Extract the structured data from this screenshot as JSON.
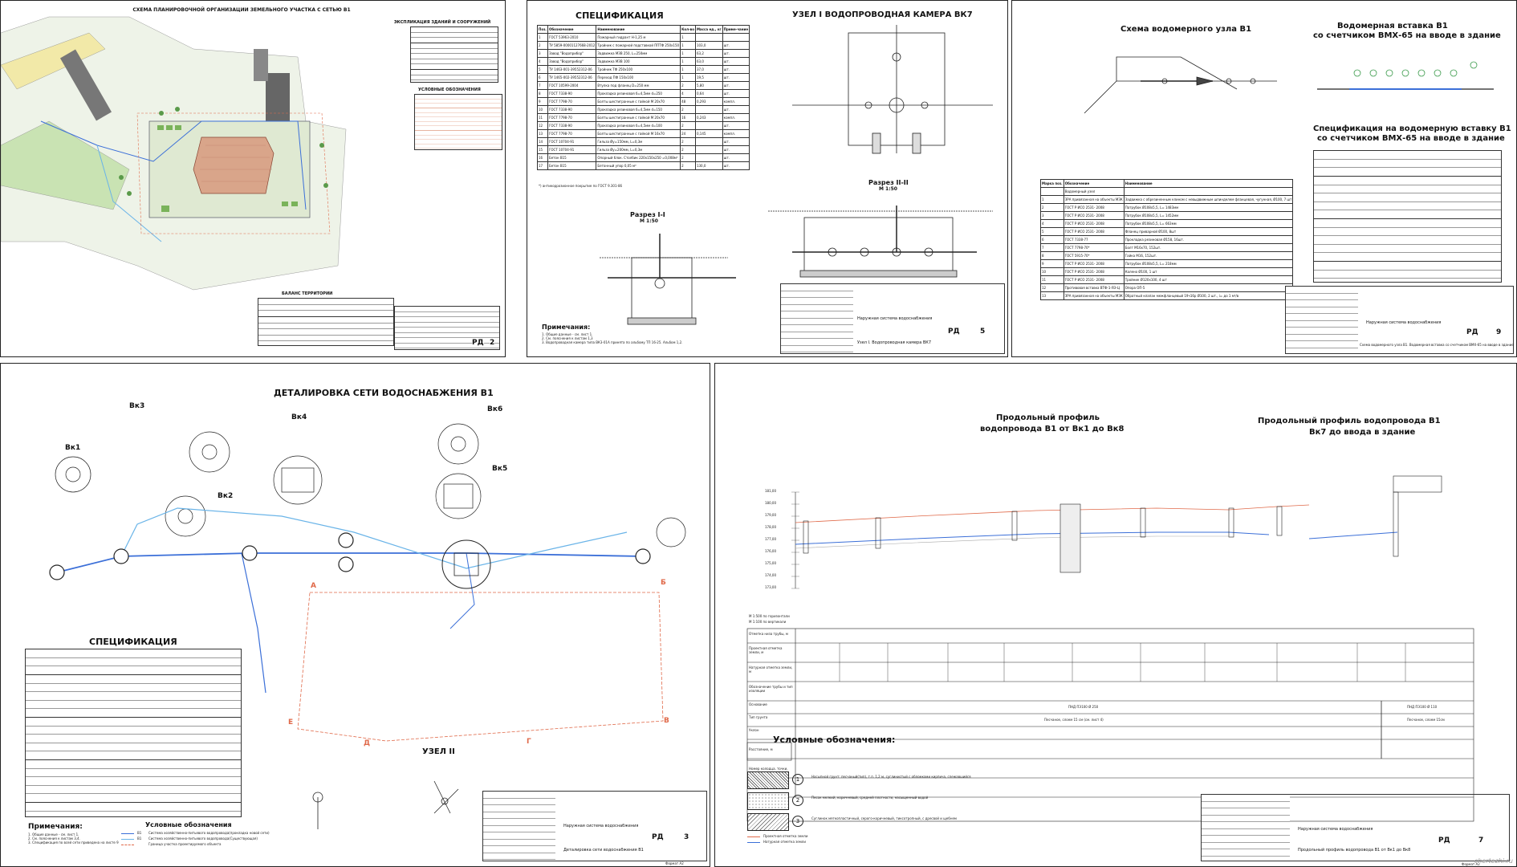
{
  "sheets": {
    "s2": {
      "title": "СХЕМА ПЛАНИРОВОЧНОЙ ОРГАНИЗАЦИИ ЗЕМЕЛЬНОГО УЧАСТКА С СЕТЬЮ В1",
      "explication_title": "ЭКСПЛИКАЦИЯ ЗДАНИЙ И СООРУЖЕНИЙ",
      "legend_title": "УСЛОВНЫЕ ОБОЗНАЧЕНИЯ",
      "balance_title": "БАЛАНС ТЕРРИТОРИИ",
      "stamp_code": "РД",
      "stamp_sheet": "2"
    },
    "s5": {
      "spec_title": "СПЕЦИФИКАЦИЯ",
      "node_title": "УЗЕЛ I ВОДОПРОВОДНАЯ КАМЕРА ВК7",
      "section1": "Разрез I-I",
      "section1_scale": "М 1:50",
      "section2": "Разрез II-II",
      "section2_scale": "М 1:50",
      "notes_title": "Примечания:",
      "notes": [
        "1. Общие данные - см. лист 1.",
        "2. См. пояснения к листам 1,3",
        "3. Водопроводная камера типа ВК3-01А принята по альбому ТП 16-25. Альбом 1,2."
      ],
      "spec_headers": [
        "Поз.",
        "Обозначение",
        "Наименование",
        "Кол-во",
        "Масса ед., кг",
        "Приме-чание"
      ],
      "spec_rows": [
        [
          "1",
          "ГОСТ 53963-2010",
          "Пожарный гидрант Н-1,25 м",
          "1",
          "",
          ""
        ],
        [
          "2",
          "ТУ 5859-00001127668-2012",
          "Тройник с пожарной подставкой ППТФ 250х150",
          "1",
          "103,0",
          "шт."
        ],
        [
          "3",
          "Завод \"Водоприбор\"",
          "Задвижка МЗВ 250, L=250мм",
          "1",
          "63,2",
          "шт."
        ],
        [
          "4",
          "Завод \"Водоприбор\"",
          "Задвижка МЗВ 100",
          "1",
          "63,0",
          "шт."
        ],
        [
          "5",
          "ТУ 1463-001-39552312-06",
          "Тройник ТФ 250х100",
          "1",
          "37,0",
          "шт."
        ],
        [
          "6",
          "ТУ 1465-002-39552312-06",
          "Переход ПФ 150х100",
          "1",
          "19,5",
          "шт."
        ],
        [
          "7",
          "ГОСТ 10599-2004",
          "Втулка под фланец D=250 мм",
          "2",
          "5,80",
          "шт."
        ],
        [
          "8",
          "ГОСТ 7338-90",
          "Прокладка резиновая б=4,5мм d=250",
          "4",
          "0,64",
          "шт."
        ],
        [
          "9",
          "ГОСТ 7798-70",
          "Болты шестигранные с гайкой М 20х70",
          "48",
          "0,293",
          "компл."
        ],
        [
          "10",
          "ГОСТ 7338-90",
          "Прокладка резиновая б=4,5мм d=150",
          "2",
          "",
          "шт."
        ],
        [
          "11",
          "ГОСТ 7798-70",
          "Болты шестигранные с гайкой М 20х70",
          "16",
          "0,243",
          "компл."
        ],
        [
          "12",
          "ГОСТ 7338-90",
          "Прокладка резиновая б=4,5мм d=100",
          "2",
          "",
          "шт."
        ],
        [
          "13",
          "ГОСТ 7798-70",
          "Болты шестигранные с гайкой М 16х70",
          "24",
          "0,145",
          "компл."
        ],
        [
          "14",
          "ГОСТ 10704-91",
          "Гильза Øу=150мм, L=0,3м",
          "2",
          "",
          "шт."
        ],
        [
          "15",
          "ГОСТ 10704-91",
          "Гильза Øу=200мм, L=0,3м",
          "2",
          "",
          "шт."
        ],
        [
          "16",
          "Бетон В15",
          "Опорный блок. Столбик 220х150х250 =0,008м³",
          "2",
          "",
          "шт."
        ],
        [
          "17",
          "Бетон В15",
          "Бетонный упор 0,05 м³",
          "2",
          "130,0",
          "шт."
        ]
      ],
      "stamp_title": "Наружная система водоснабжения",
      "stamp_sheet_title": "Узел I. Водопроводная камера ВК7",
      "stamp_code": "РД",
      "stamp_sheet": "5"
    },
    "s9": {
      "scheme_title": "Схема водомерного узла В1",
      "insert_title_1": "Водомерная вставка В1",
      "insert_title_2": "со счетчиком ВМХ-65 на вводе в здание",
      "spec_title_1": "Спецификация на водомерную вставку В1",
      "spec_title_2": "со счетчиком ВМХ-65 на вводе в здание",
      "left_spec_headers": [
        "Марка поз.",
        "Обозначение",
        "Наименование"
      ],
      "left_spec_rows": [
        [
          "",
          "Водомерный узел",
          ""
        ],
        [
          "1",
          "ЗРА привязанная на объекты МЗК",
          "Задвижка с обрезиненным клином с невыдвижным шпинделем фланцевая, чугунная, Ø100, 7 шт"
        ],
        [
          "2",
          "ГОСТ Р ИСО 2531- 2008",
          "Патрубок Ø108х5,5, L= 1483мм"
        ],
        [
          "3",
          "ГОСТ Р ИСО 2531- 2008",
          "Патрубок Ø108х5,5, L= 1452мм"
        ],
        [
          "4",
          "ГОСТ Р ИСО 2531- 2008",
          "Патрубок Ø108х5,5, L= 663мм"
        ],
        [
          "5",
          "ГОСТ Р ИСО 2531- 2008",
          "Фланец приварной Ø100, 8шт"
        ],
        [
          "6",
          "ГОСТ 7338-77",
          "Прокладка резиновая Ø158, 16шт."
        ],
        [
          "7",
          "ГОСТ 7798-70*",
          "Болт М16х70, 152шт."
        ],
        [
          "8",
          "ГОСТ 5915-70*",
          "Гайка М16, 152шт."
        ],
        [
          "9",
          "ГОСТ Р ИСО 2531- 2008",
          "Патрубок Ø108х5,5, L= 218мм"
        ],
        [
          "10",
          "ГОСТ Р ИСО 2531- 2008",
          "Колено Ø100, 1 шт"
        ],
        [
          "11",
          "ГОСТ Р ИСО 2531- 2008",
          "Тройник Ø120х100, 4 шт"
        ],
        [
          "12",
          "Противовая вставка ВТФ-1-ЯЭ-Ц",
          "Опора ОП-5"
        ],
        [
          "13",
          "ЗРА привязанная на объекты МЗК",
          "Обратный клапан межфланцевый 19ч16р Ø100, 2 шт., i= до 1 м³/в"
        ]
      ],
      "stamp_title": "Наружная система водоснабжения",
      "stamp_sheet_title": "Схема водомерного узла В1. Водомерная вставка со счетчиком ВМХ-65 на вводе в здание",
      "stamp_code": "РД",
      "stamp_sheet": "9"
    },
    "s3": {
      "title": "ДЕТАЛИРОВКА СЕТИ ВОДОСНАБЖЕНИЯ В1",
      "wells": [
        "Вк1",
        "Вк2",
        "Вк3",
        "Вк4",
        "Вк5",
        "Вк6"
      ],
      "spec_title": "СПЕЦИФИКАЦИЯ",
      "legend_title": "Условные обозначения",
      "legend_items": [
        {
          "code": "В1",
          "text": "Система хозяйственно-питьевого водопровода(прокладка новой сети)"
        },
        {
          "code": "В1",
          "text": "Система хозяйственно-питьевого водопровода(Существующая)"
        },
        {
          "code": "",
          "text": "Граница участка проектируемого объекта"
        }
      ],
      "node2": "УЗЕЛ II",
      "notes_title": "Примечания:",
      "notes": [
        "1. Общие данные - см. лист 1.",
        "2. См. пояснения к листам 3,4.",
        "3. Спецификация по всей сети приведена на листе 9"
      ],
      "points": [
        "А",
        "Б",
        "В",
        "Г",
        "Д",
        "Е"
      ],
      "stamp_title": "Наружная система водоснабжения",
      "stamp_sheet_title": "Деталировка сети водоснабжения В1",
      "stamp_code": "РД",
      "stamp_sheet": "3",
      "format": "Формат А2"
    },
    "s7": {
      "profile1_title_1": "Продольный профиль",
      "profile1_title_2": "водопровода В1 от Вк1 до Вк8",
      "profile2_title_1": "Продольный профиль водопровода В1",
      "profile2_title_2": "Вк7 до ввода в здание",
      "y_ticks": [
        "181,00",
        "180,00",
        "179,00",
        "178,00",
        "177,00",
        "176,00",
        "175,00",
        "174,00",
        "173,00"
      ],
      "scale_note_1": "М 1:500 по горизонтали",
      "scale_note_2": "М 1:100 по вертикали",
      "rows": [
        "Отметка низа трубы, м",
        "Проектная отметка земли, м",
        "Натурная отметка земли, м",
        "Обозначение трубы и тип изоляции",
        "Основание",
        "Тип грунта",
        "Уклон",
        "Расстояние, м",
        "Номер колодца, точки, угла поворота"
      ],
      "pipe_label": "ПНД ПЭ100 Ø 250",
      "pipe_label_2": "ПНД ПЭ100 Ø 110",
      "base_label": "Песчаное, слоем 15 см (см. лист 4)",
      "base_label_2": "Песчаное, слоем 15см",
      "legend_title": "Условные обозначения:",
      "legend_items": [
        {
          "num": "1",
          "text": "Насыпной грунт: песчаный(тип), т.п. 1,2 м, суглинистый с обломками кирпича, слежавшийся"
        },
        {
          "num": "2",
          "text": "Песок мелкий, коричневый, средней плотности, насыщенный водой"
        },
        {
          "num": "3",
          "text": "Суглинок мягкопластичный, серого-коричневый, тиксотропный, с дресвой и щебнем"
        }
      ],
      "line_legend": [
        "Проектная отметка земли",
        "Натурная отметка земли"
      ],
      "stamp_title": "Наружная система водоснабжения",
      "stamp_sheet_title": "Продольный профиль водопровода В1 от Вк1 до Вк8",
      "stamp_code": "РД",
      "stamp_sheet": "7",
      "format": "Формат А2"
    }
  },
  "watermark": "chertezhi.ru",
  "colors": {
    "line": "#222222",
    "pipe_new": "#3b6fd8",
    "pipe_exist": "#6ab4e8",
    "boundary": "#e06a4a",
    "site_green": "#7ab35a",
    "building": "#d9a58a"
  }
}
